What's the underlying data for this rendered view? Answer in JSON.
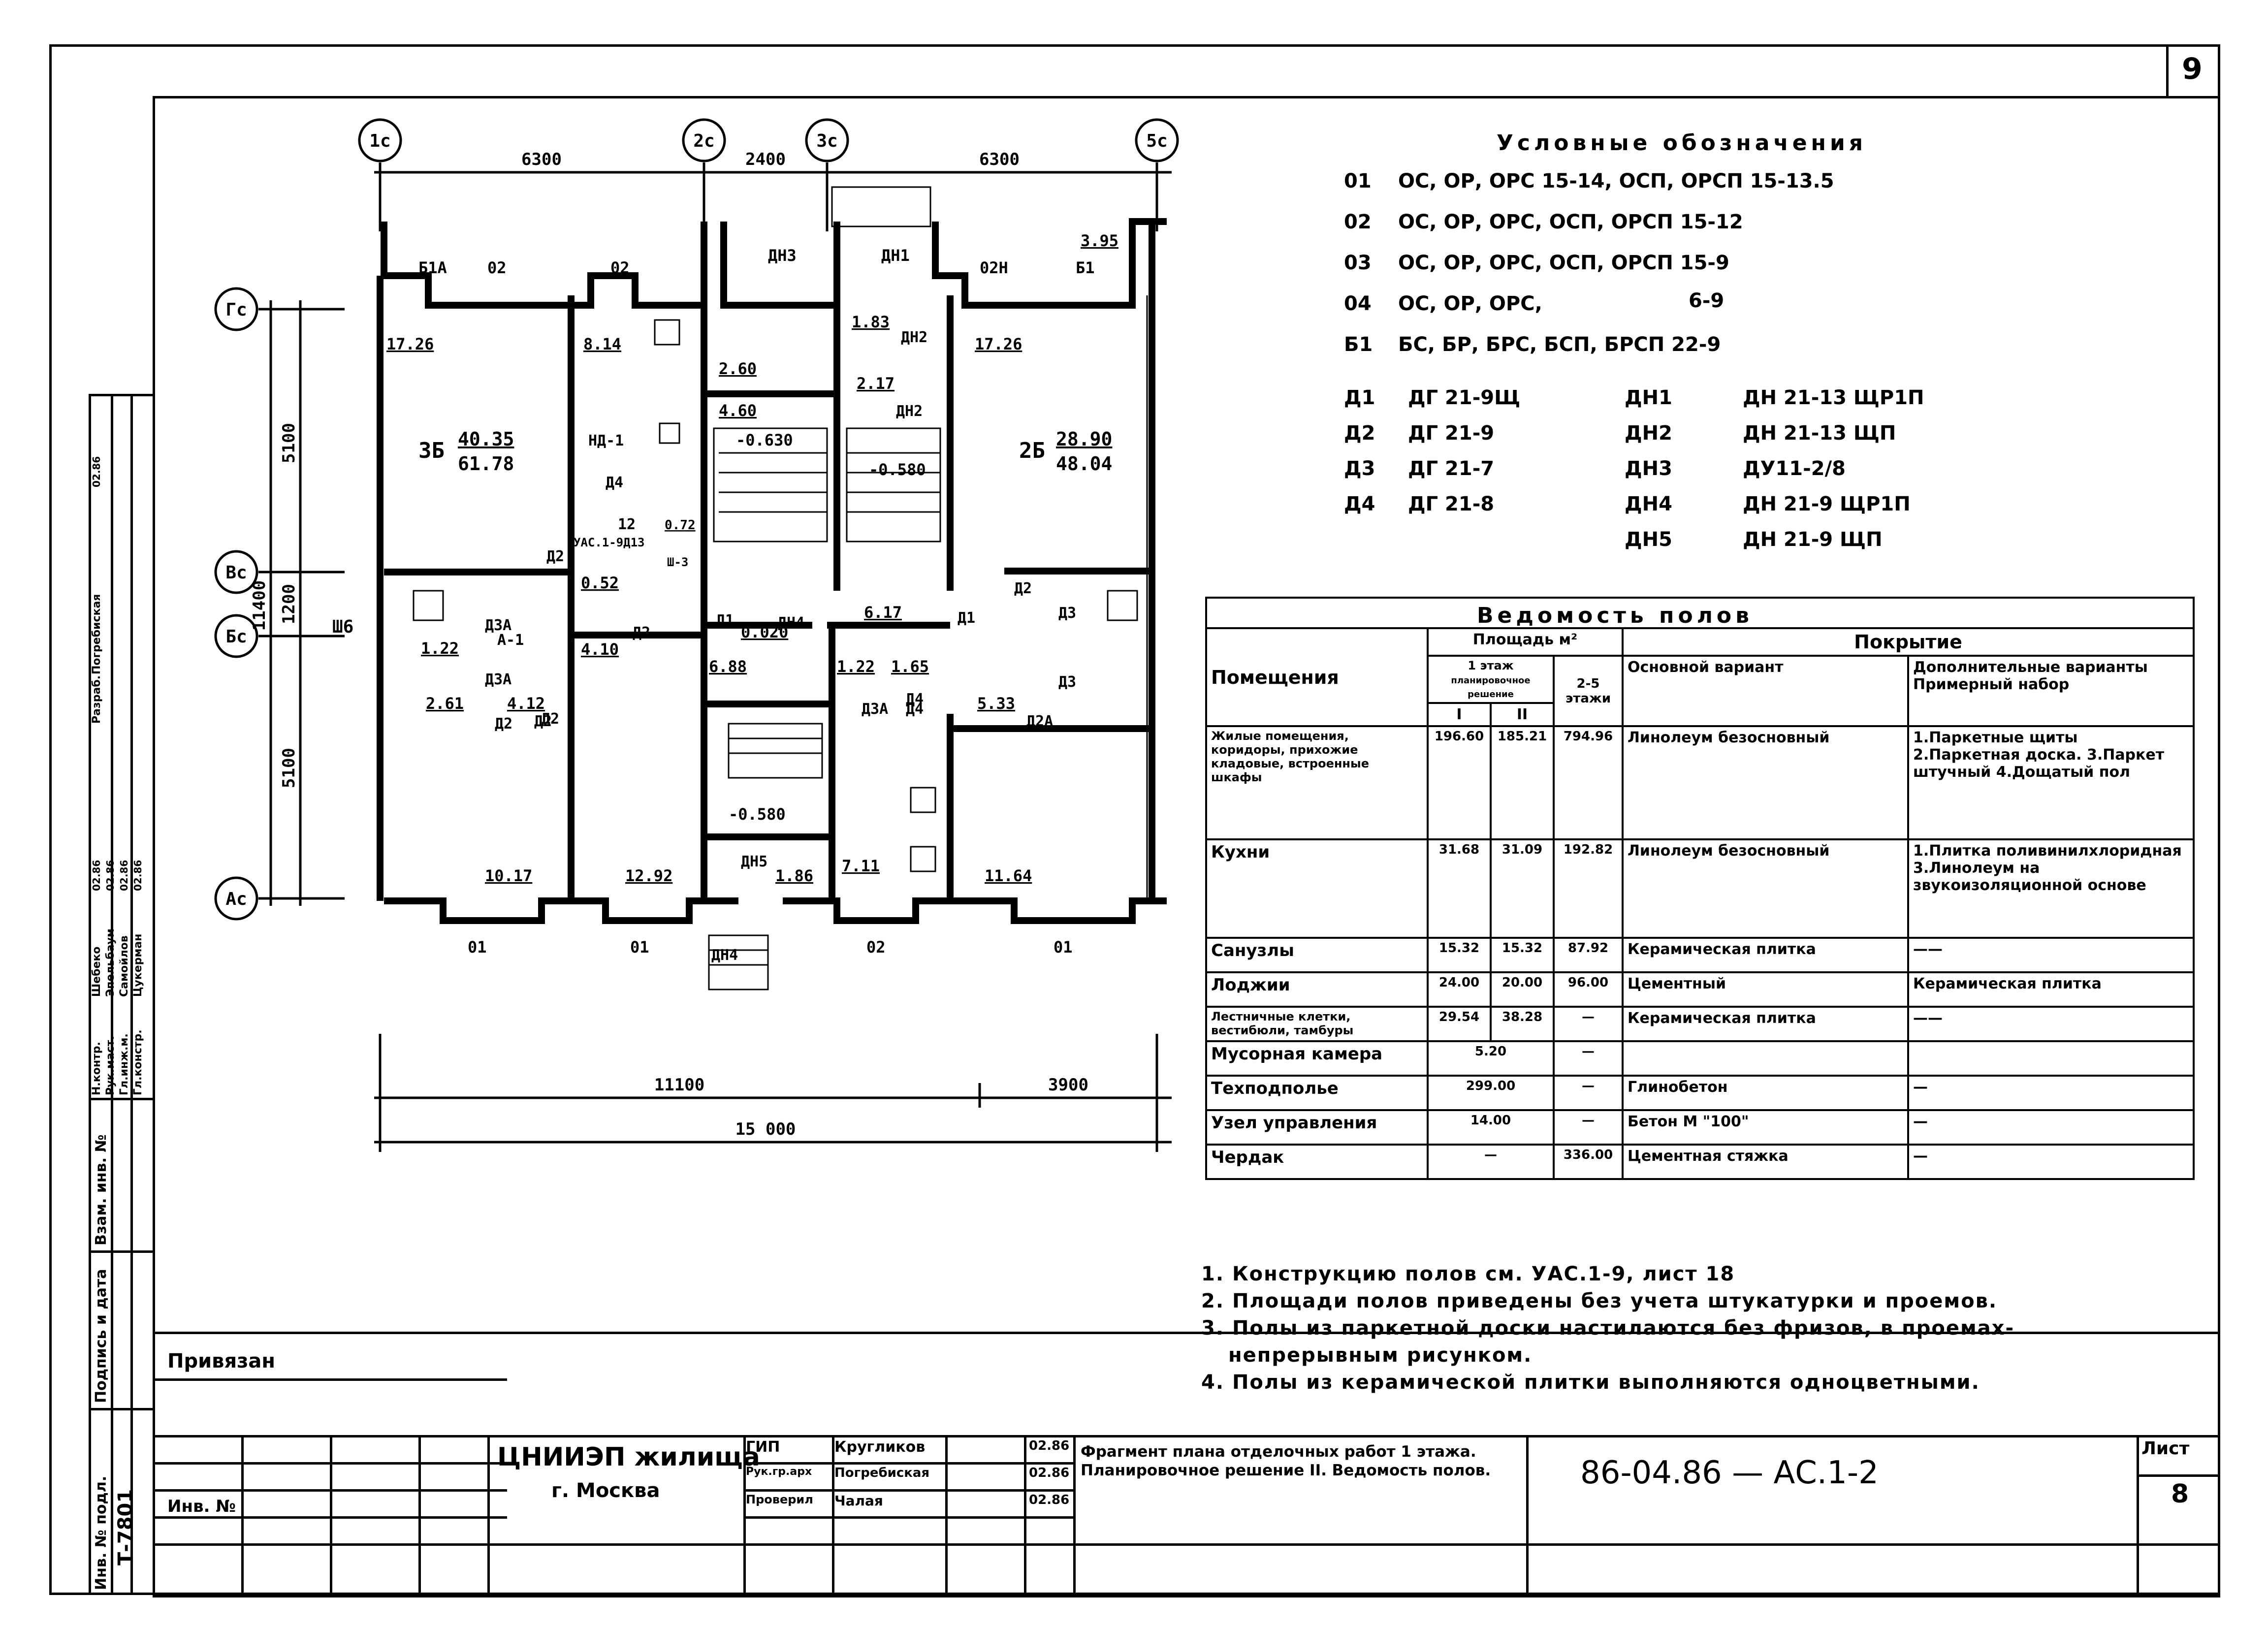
{
  "sheet_corner_number": "9",
  "legend": {
    "title": "Условные обозначения",
    "windows": [
      {
        "code": "01",
        "desc": "ОС, ОР, ОРС 15-14, ОСП, ОРСП 15-13.5"
      },
      {
        "code": "02",
        "desc": "ОС, ОР, ОРС, ОСП, ОРСП 15-12"
      },
      {
        "code": "03",
        "desc": "ОС, ОР, ОРС, ОСП, ОРСП 15-9"
      },
      {
        "code": "04",
        "desc": "ОС, ОР, ОРС,"
      },
      {
        "code": "Б1",
        "desc": "БС, БР, БРС, БСП, БРСП 22-9"
      }
    ],
    "window_04_size": "6-9",
    "doors_left": [
      {
        "code": "Д1",
        "desc": "ДГ 21-9Щ"
      },
      {
        "code": "Д2",
        "desc": "ДГ 21-9"
      },
      {
        "code": "Д3",
        "desc": "ДГ 21-7"
      },
      {
        "code": "Д4",
        "desc": "ДГ 21-8"
      }
    ],
    "doors_right": [
      {
        "code": "ДН1",
        "desc": "ДН 21-13 ЩР1П"
      },
      {
        "code": "ДН2",
        "desc": "ДН 21-13 ЩП"
      },
      {
        "code": "ДН3",
        "desc": "ДУ11-2/8"
      },
      {
        "code": "ДН4",
        "desc": "ДН 21-9 ЩР1П"
      },
      {
        "code": "ДН5",
        "desc": "ДН 21-9 ЩП"
      }
    ]
  },
  "plan": {
    "axes_top": [
      "1с",
      "2с",
      "3с",
      "5с"
    ],
    "axes_left": [
      "Гс",
      "Вс",
      "Бс",
      "Ас"
    ],
    "dims_top": [
      "6300",
      "2400",
      "6300"
    ],
    "dims_left": [
      "5100",
      "1200",
      "5100"
    ],
    "dim_left_total": "11400",
    "dims_bottom": [
      "11100",
      "3900"
    ],
    "dim_bottom_total": "15 000",
    "window_labels_top": [
      "Б1А",
      "02",
      "02",
      "ДН3",
      "ДН1",
      "02Н",
      "Б1"
    ],
    "window_labels_bottom": [
      "01",
      "01",
      "02",
      "01"
    ],
    "area_labels": [
      "17.26",
      "8.14",
      "2.60",
      "4.60",
      "1.83",
      "2.17",
      "17.26",
      "3.95",
      "0.52",
      "4.10",
      "1.22",
      "2.61",
      "4.12",
      "0.020",
      "6.17",
      "6.88",
      "1.22",
      "1.65",
      "5.33",
      "10.17",
      "12.92",
      "1.86",
      "7.11",
      "11.64",
      "0.72"
    ],
    "level_marks": [
      "-0.630",
      "-0.580",
      "-0.580"
    ],
    "apt_left": {
      "code": "3Б",
      "num": "40.35",
      "den": "61.78"
    },
    "apt_right": {
      "code": "2Б",
      "num": "28.90",
      "den": "48.04"
    },
    "door_labels": [
      "ДН2",
      "ДН2",
      "Д4",
      "Д2",
      "Д2",
      "Д1",
      "Д1",
      "Д2",
      "Д3",
      "Д3А",
      "Д3А",
      "Д2",
      "Д2",
      "Д4",
      "ДН4",
      "Д3А",
      "Д4",
      "Д2А",
      "Д3",
      "ДН5",
      "ДН4",
      "А-1",
      "Д2"
    ],
    "misc_labels": [
      "НД-1",
      "12",
      "УАС.1-9Д13",
      "Ш-3",
      "Ш6"
    ]
  },
  "floor_table": {
    "title": "Ведомость полов",
    "header_rooms": "Помещения",
    "header_area": "Площадь м²",
    "header_floor1": "1 этаж",
    "header_plan": "планировочное решение",
    "header_plan_1": "I",
    "header_plan_2": "II",
    "header_floors25": "2-5 этажи",
    "header_cover": "Покрытие",
    "header_main": "Основной вариант",
    "header_extra": "Дополнительные варианты Примерный набор",
    "rows": [
      {
        "room": "Жилые помещения, коридоры, прихожие кладовые, встроенные шкафы",
        "a1": "196.60",
        "a2": "185.21",
        "a3": "794.96",
        "main": "Линолеум безосновный",
        "extra": "1.Паркетные щиты 2.Паркетная доска. 3.Паркет штучный 4.Дощатый пол"
      },
      {
        "room": "Кухни",
        "a1": "31.68",
        "a2": "31.09",
        "a3": "192.82",
        "main": "Линолеум безосновный",
        "extra": "1.Плитка поливинилхлоридная 3.Линолеум на звукоизоляционной основе"
      },
      {
        "room": "Санузлы",
        "a1": "15.32",
        "a2": "15.32",
        "a3": "87.92",
        "main": "Керамическая плитка",
        "extra": "——"
      },
      {
        "room": "Лоджии",
        "a1": "24.00",
        "a2": "20.00",
        "a3": "96.00",
        "main": "Цементный",
        "extra": "Керамическая плитка"
      },
      {
        "room": "Лестничные клетки, вестибюли, тамбуры",
        "a1": "29.54",
        "a2": "38.28",
        "a3": "—",
        "main": "Керамическая плитка",
        "extra": "——"
      },
      {
        "room": "Мусорная камера",
        "a1": "5.20",
        "a2": "",
        "a3": "—",
        "main": "",
        "extra": ""
      },
      {
        "room": "Техподполье",
        "a1": "299.00",
        "a2": "",
        "a3": "—",
        "main": "Глинобетон",
        "extra": "—"
      },
      {
        "room": "Узел управления",
        "a1": "14.00",
        "a2": "",
        "a3": "—",
        "main": "Бетон М \"100\"",
        "extra": "—"
      },
      {
        "room": "Чердак",
        "a1": "—",
        "a2": "",
        "a3": "336.00",
        "main": "Цементная стяжка",
        "extra": "—"
      }
    ]
  },
  "notes": [
    "1. Конструкцию полов см. УАС.1-9, лист 18",
    "2. Площади полов приведены без учета штукатурки и проемов.",
    "3. Полы из паркетной доски настилаются без фризов, в проемах-",
    "непрерывным рисунком.",
    "4. Полы из керамической плитки выполняются одноцветными."
  ],
  "title_block": {
    "privyazan": "Привязан",
    "inv_no": "Инв. №",
    "org": "ЦНИИЭП жилища",
    "city": "г. Москва",
    "gip_label": "ГИП",
    "gip_name": "Кругликов",
    "gip_date": "02.86",
    "ruk_label": "Рук.гр.арх",
    "ruk_name": "Погребиская",
    "ruk_date": "02.86",
    "prov_label": "Проверил",
    "prov_name": "Чалая",
    "prov_date": "02.86",
    "title": "Фрагмент плана отделочных работ 1 этажа. Планировочное решение II. Ведомость полов.",
    "code": "86-04.86 — АС.1-2",
    "sheet_label": "Лист",
    "sheet_no": "8"
  },
  "side_stamp": {
    "roles": [
      "Н.контр.",
      "Рук.маст.",
      "Гл.инж.м.",
      "Гл.констр."
    ],
    "names": [
      "Шебеко",
      "Эпельбаум",
      "Самойлов",
      "Цукерман"
    ],
    "dates": [
      "02.86",
      "02.86",
      "02.86",
      "02.86"
    ],
    "razrab_label": "Разраб.",
    "razrab_name": "Погребиская",
    "razrab_date": "02.86",
    "col_labels": [
      "Инв. № подл.",
      "Подпись и дата",
      "Взам. инв. №"
    ],
    "inv_value": "Т-7801"
  }
}
